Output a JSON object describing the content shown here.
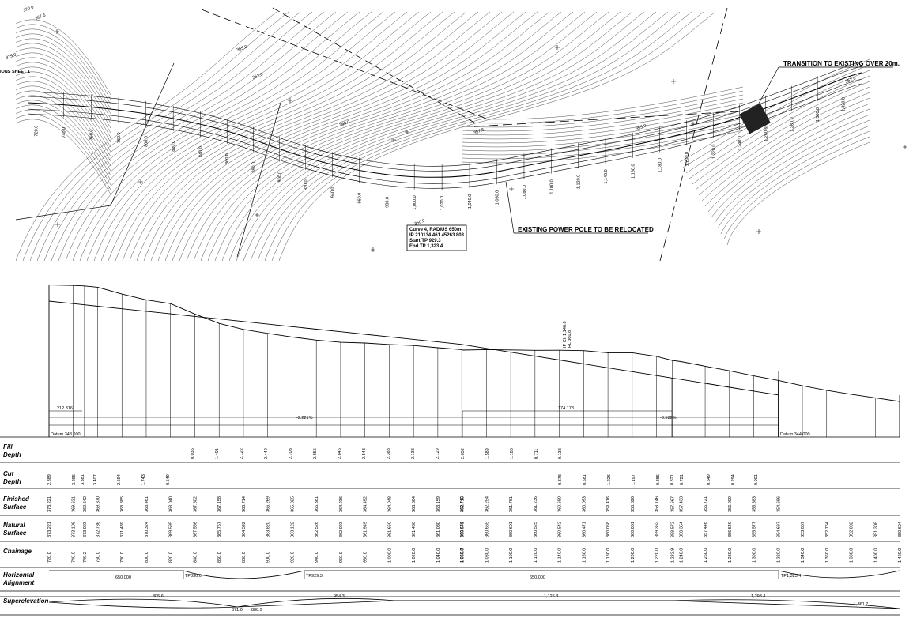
{
  "plan": {
    "sheet_ref": "IONS SHEET 1",
    "notes": [
      {
        "id": "transition",
        "text": "TRANSITION TO EXISTING OVER 20m."
      },
      {
        "id": "power-pole",
        "text": "EXISTING POWER POLE TO BE RELOCATED"
      }
    ],
    "curve_box": [
      "Curve 4, RADIUS 650m",
      "IP 210134.461 45263.803",
      "Start TP 929.3",
      "End TP 1,323.4"
    ],
    "contour_labels": [
      "370.0",
      "375.0",
      "367.5",
      "365.0",
      "362.5",
      "360.0",
      "357.5",
      "355.0",
      "352.5",
      "350.0"
    ],
    "chainage_labels": [
      "720.0",
      "740.0",
      "760.0",
      "780.0",
      "800.0",
      "820.0",
      "840.0",
      "860.0",
      "880.0",
      "900.0",
      "920.0",
      "940.0",
      "960.0",
      "980.0",
      "1,000.0",
      "1,020.0",
      "1,040.0",
      "1,060.0",
      "1,080.0",
      "1,100.0",
      "1,120.0",
      "1,140.0",
      "1,160.0",
      "1,180.0",
      "1,200.0",
      "1,220.0",
      "1,240.0",
      "1,260.0",
      "1,280.0",
      "1,300.0",
      "1,320.0"
    ]
  },
  "profile": {
    "grade_left": "-2.221%",
    "grade_right": "-3.582%",
    "vc_left": "212.316",
    "vc_right": "174.178",
    "datum_left": "Datum 348.000",
    "datum_right": "Datum 344.000",
    "ip_label": [
      "IP Ch 1,146.8",
      "RL 360.8"
    ]
  },
  "rows": {
    "fill": "Fill Depth",
    "cut": "Cut Depth",
    "finished": "Finished Surface",
    "natural": "Natural Surface",
    "chainage": "Chainage",
    "halign": "Horizontal Alignment",
    "superelev": "Superelevation"
  },
  "table": {
    "fill_depth": [
      "0.036",
      "1.401",
      "2.122",
      "2.449",
      "2.703",
      "2.855",
      "2.846",
      "2.543",
      "2.388",
      "2.138",
      "2.129",
      "2.052",
      "1.589",
      "1.180",
      "0.711",
      "0.138"
    ],
    "cut_depth": [
      "2.889",
      "3.295",
      "3.381",
      "3.407",
      "2.594",
      "1.743",
      "0.549",
      "0.378",
      "0.581",
      "1.226",
      "1.197",
      "0.885",
      "0.821",
      "0.721",
      "0.549",
      "0.294",
      "0.001"
    ],
    "finished_surface": [
      "373.221",
      "369.621",
      "369.642",
      "369.370",
      "368.885",
      "368.461",
      "368.040",
      "367.602",
      "367.158",
      "366.714",
      "366.269",
      "365.825",
      "365.381",
      "364.936",
      "364.492",
      "364.048",
      "363.604",
      "363.159",
      "362.742",
      "362.715",
      "362.254",
      "361.761",
      "361.236",
      "360.680",
      "360.093",
      "359.476",
      "358.826",
      "358.146",
      "357.667",
      "357.433",
      "356.721",
      "356.009",
      "355.383",
      "354.696"
    ],
    "natural_surface": [
      "373.221",
      "373.109",
      "373.023",
      "372.786",
      "371.439",
      "370.324",
      "369.595",
      "367.566",
      "365.757",
      "364.592",
      "363.820",
      "363.122",
      "362.526",
      "362.093",
      "361.949",
      "361.660",
      "361.466",
      "361.030",
      "360.660",
      "360.571",
      "360.665",
      "360.601",
      "360.525",
      "360.542",
      "360.471",
      "360.058",
      "360.051",
      "359.362",
      "358.572",
      "358.354",
      "357.446",
      "356.549",
      "355.577",
      "354.697",
      "353.657",
      "352.764",
      "352.002",
      "351.308",
      "350.604"
    ],
    "chainages": [
      "720.0",
      "740.0",
      "749.2",
      "760.0",
      "780.0",
      "800.0",
      "820.0",
      "840.0",
      "860.0",
      "880.0",
      "900.0",
      "920.0",
      "940.0",
      "960.0",
      "980.0",
      "1,000.0",
      "1,020.0",
      "1,040.0",
      "1,059.7",
      "1,060.0",
      "1,080.0",
      "1,100.0",
      "1,120.0",
      "1,140.0",
      "1,160.0",
      "1,180.0",
      "1,200.0",
      "1,220.0",
      "1,232.9",
      "1,240.0",
      "1,260.0",
      "1,280.0",
      "1,300.0",
      "1,320.0",
      "1,340.0",
      "1,360.0",
      "1,380.0",
      "1,400.0",
      "1,420.0"
    ],
    "h_align": {
      "radius_left": "650.000",
      "radius_right": "650.000",
      "tp1": "TP830.6",
      "tp2": "TP929.3",
      "tp3": "TP1,323.4"
    },
    "superelev": [
      "805.6",
      "871.0",
      "888.9",
      "954.3",
      "1,126.3",
      "1,298.4",
      "1,361.7"
    ]
  }
}
